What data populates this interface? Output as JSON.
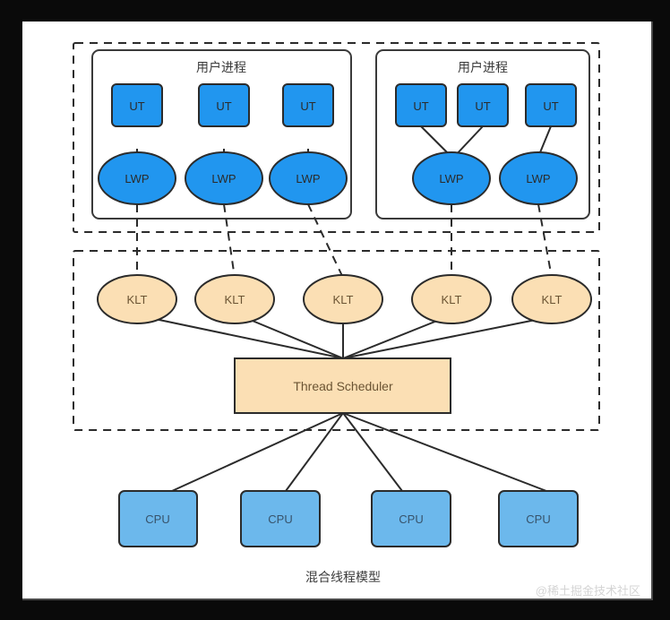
{
  "diagram": {
    "caption": "混合线程模型",
    "watermark": "@稀土掘金技术社区",
    "colors": {
      "thread_blue": "#2196ef",
      "cpu_blue": "#6cb8ec",
      "klt_orange": "#fbdfb4",
      "scheduler_orange": "#fbdfb4",
      "stroke": "#3a3a3a",
      "dashed_stroke": "#2b2b2b",
      "page_background": "#ffffff",
      "outer_frame": "#000000"
    },
    "user_layer": {
      "label": "user-space-layer",
      "processes": [
        {
          "title": "用户进程",
          "user_threads": [
            {
              "label": "UT"
            },
            {
              "label": "UT"
            },
            {
              "label": "UT"
            }
          ],
          "lwps": [
            {
              "label": "LWP"
            },
            {
              "label": "LWP"
            },
            {
              "label": "LWP"
            }
          ],
          "ut_to_lwp": [
            [
              0,
              0
            ],
            [
              1,
              1
            ],
            [
              2,
              2
            ]
          ]
        },
        {
          "title": "用户进程",
          "user_threads": [
            {
              "label": "UT"
            },
            {
              "label": "UT"
            },
            {
              "label": "UT"
            }
          ],
          "lwps": [
            {
              "label": "LWP"
            },
            {
              "label": "LWP"
            }
          ],
          "ut_to_lwp": [
            [
              0,
              0
            ],
            [
              1,
              0
            ],
            [
              2,
              1
            ]
          ]
        }
      ]
    },
    "kernel_layer": {
      "label": "kernel-space-layer",
      "klts": [
        {
          "label": "KLT"
        },
        {
          "label": "KLT"
        },
        {
          "label": "KLT"
        },
        {
          "label": "KLT"
        },
        {
          "label": "KLT"
        }
      ],
      "scheduler": {
        "label": "Thread Scheduler"
      }
    },
    "hardware_layer": {
      "label": "hardware-layer",
      "cpus": [
        {
          "label": "CPU"
        },
        {
          "label": "CPU"
        },
        {
          "label": "CPU"
        },
        {
          "label": "CPU"
        }
      ]
    }
  }
}
